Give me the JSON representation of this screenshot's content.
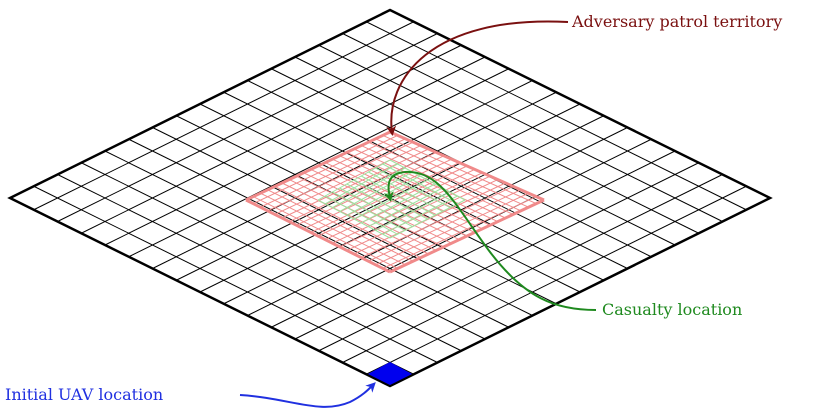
{
  "labels": {
    "adversary": "Adversary patrol territory",
    "casualty": "Casualty location",
    "uav": "Initial UAV location"
  },
  "grid": {
    "outer_cells": 16,
    "patrol_cells": 20,
    "casualty_cells": 10
  },
  "colors": {
    "outer_grid": "#000000",
    "patrol_grid": "#f08a8a",
    "casualty_grid": "#9fe29f",
    "uav_cell": "#0000ee",
    "adversary_label": "#7a1010",
    "casualty_label": "#1f8a1f",
    "uav_label": "#2030e0"
  }
}
